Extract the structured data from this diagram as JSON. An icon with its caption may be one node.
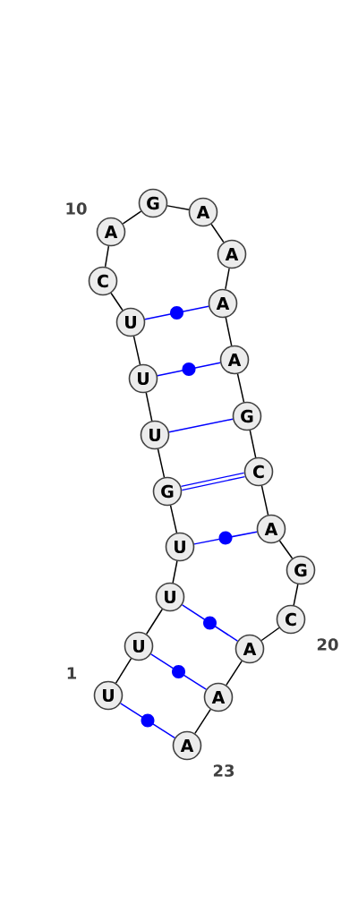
{
  "diagram": {
    "nodes": [
      {
        "text": [
          "U"
        ]
      },
      {
        "text": [
          "U"
        ]
      },
      {
        "text": [
          "U"
        ]
      },
      {
        "text": [
          "U"
        ]
      },
      {
        "text": [
          "G"
        ]
      },
      {
        "text": [
          "U"
        ]
      },
      {
        "text": [
          "U"
        ]
      },
      {
        "text": [
          "U"
        ]
      },
      {
        "text": [
          "C"
        ]
      },
      {
        "text": [
          "A"
        ]
      },
      {
        "text": [
          "G"
        ]
      },
      {
        "text": [
          "A"
        ]
      },
      {
        "text": [
          "A"
        ]
      },
      {
        "text": [
          "A"
        ]
      },
      {
        "text": [
          "A"
        ]
      },
      {
        "text": [
          "G"
        ]
      },
      {
        "text": [
          "C"
        ]
      },
      {
        "text": [
          "A"
        ]
      },
      {
        "text": [
          "G"
        ]
      },
      {
        "text": [
          "C"
        ]
      },
      {
        "text": [
          "A"
        ]
      },
      {
        "text": [
          "A"
        ]
      },
      {
        "text": [
          "A"
        ]
      }
    ],
    "edges": [
      {
        "from": 0,
        "to": 1,
        "arrow": "none"
      },
      {
        "from": 1,
        "to": 2,
        "arrow": "none"
      },
      {
        "from": 2,
        "to": 3,
        "arrow": "none"
      },
      {
        "from": 3,
        "to": 4,
        "arrow": "none"
      },
      {
        "from": 4,
        "to": 5,
        "arrow": "none"
      },
      {
        "from": 5,
        "to": 6,
        "arrow": "none"
      },
      {
        "from": 6,
        "to": 7,
        "arrow": "none"
      },
      {
        "from": 7,
        "to": 8,
        "arrow": "none"
      },
      {
        "from": 8,
        "to": 9,
        "arrow": "none"
      },
      {
        "from": 9,
        "to": 10,
        "arrow": "none"
      },
      {
        "from": 10,
        "to": 11,
        "arrow": "none"
      },
      {
        "from": 11,
        "to": 12,
        "arrow": "none"
      },
      {
        "from": 12,
        "to": 13,
        "arrow": "none"
      },
      {
        "from": 13,
        "to": 14,
        "arrow": "none"
      },
      {
        "from": 14,
        "to": 15,
        "arrow": "none"
      },
      {
        "from": 15,
        "to": 16,
        "arrow": "none"
      },
      {
        "from": 16,
        "to": 17,
        "arrow": "none"
      },
      {
        "from": 17,
        "to": 18,
        "arrow": "none"
      },
      {
        "from": 18,
        "to": 19,
        "arrow": "none"
      },
      {
        "from": 19,
        "to": 20,
        "arrow": "none"
      },
      {
        "from": 20,
        "to": 21,
        "arrow": "none"
      },
      {
        "from": 21,
        "to": 22,
        "arrow": "none"
      },
      {
        "from": 0,
        "to": 22,
        "arrow": "none",
        "color": "#0000ff"
      },
      {
        "from": 1,
        "to": 21,
        "arrow": "none",
        "color": "#0000ff"
      },
      {
        "from": 2,
        "to": 20,
        "arrow": "none",
        "color": "#0000ff"
      },
      {
        "from": 3,
        "to": 17,
        "arrow": "none",
        "color": "#0000ff"
      },
      {
        "from": 4,
        "to": 16,
        "arrow": "none",
        "color": "#0000ff",
        "style": "thick"
      },
      {
        "from": 5,
        "to": 15,
        "arrow": "none",
        "color": "#0000ff"
      },
      {
        "from": 6,
        "to": 14,
        "arrow": "none",
        "color": "#0000ff"
      },
      {
        "from": 7,
        "to": 13,
        "arrow": "none",
        "color": "#0000ff"
      }
    ],
    "labels": [
      "10",
      "1",
      "20",
      "23"
    ]
  }
}
